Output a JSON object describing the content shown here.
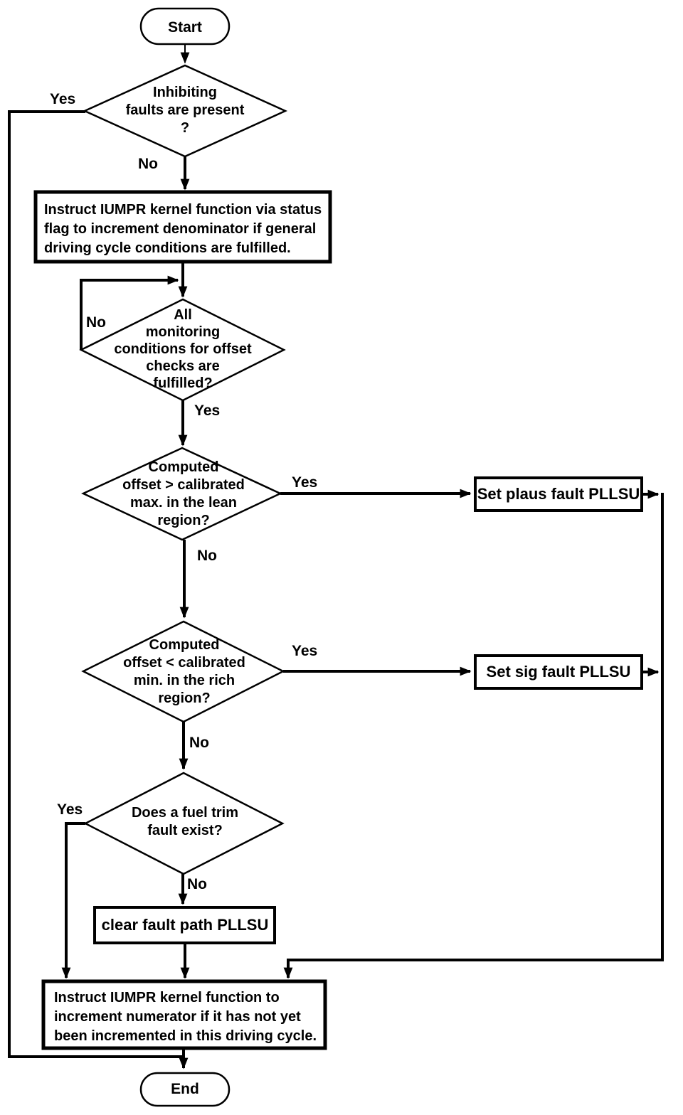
{
  "figure": {
    "background_color": "#ffffff",
    "line_color": "#000000",
    "text_color": "#000000"
  },
  "nodes": {
    "start": {
      "type": "terminator",
      "label": "Start"
    },
    "inhibiting_faults": {
      "type": "decision",
      "label": "Inhibiting\nfaults are present\n?"
    },
    "instruct_denominator": {
      "type": "process",
      "label": "Instruct IUMPR kernel function via status\nflag to increment denominator if general\ndriving cycle conditions are fulfilled."
    },
    "monitoring_conditions": {
      "type": "decision",
      "label": "All\nmonitoring\nconditions for offset\nchecks are\nfulfilled?"
    },
    "lean_check": {
      "type": "decision",
      "label": "Computed\noffset > calibrated\nmax. in the lean\nregion?"
    },
    "set_plaus_fault": {
      "type": "process",
      "label": "Set plaus fault PLLSU"
    },
    "rich_check": {
      "type": "decision",
      "label": "Computed\noffset < calibrated\nmin. in the rich\nregion?"
    },
    "set_sig_fault": {
      "type": "process",
      "label": "Set sig fault PLLSU"
    },
    "fuel_trim_check": {
      "type": "decision",
      "label": "Does a fuel trim\nfault exist?"
    },
    "clear_fault": {
      "type": "process",
      "label": "clear fault path PLLSU"
    },
    "instruct_numerator": {
      "type": "process",
      "label": "Instruct IUMPR kernel function to\nincrement numerator if it has not yet\nbeen incremented in this driving cycle."
    },
    "end": {
      "type": "terminator",
      "label": "End"
    }
  },
  "edge_labels": {
    "inhibiting_yes": "Yes",
    "inhibiting_no": "No",
    "monitoring_no": "No",
    "monitoring_yes": "Yes",
    "lean_yes": "Yes",
    "lean_no": "No",
    "rich_yes": "Yes",
    "rich_no": "No",
    "fuel_trim_yes": "Yes",
    "fuel_trim_no": "No"
  }
}
